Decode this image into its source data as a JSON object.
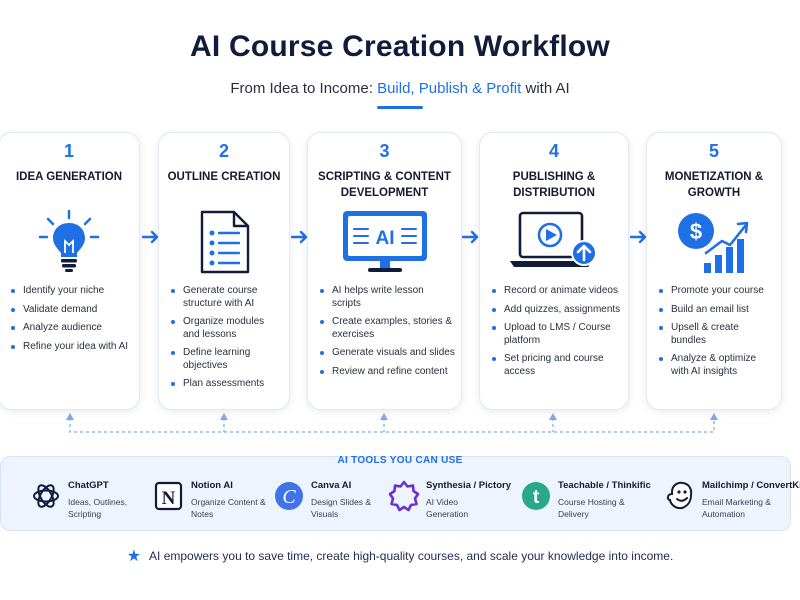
{
  "title": "AI Course Creation Workflow",
  "subtitle": {
    "prefix": "From Idea to Income: ",
    "highlight": "Build, Publish & Profit",
    "suffix": " with AI"
  },
  "colors": {
    "accent": "#1f6fe5",
    "dark": "#111b3a"
  },
  "steps": [
    {
      "number": "1",
      "title": "IDEA GENERATION",
      "icon": "lightbulb-icon",
      "bullets": [
        "Identify your niche",
        "Validate demand",
        "Analyze audience",
        "Refine your idea with AI"
      ]
    },
    {
      "number": "2",
      "title": "OUTLINE CREATION",
      "icon": "document-list-icon",
      "bullets": [
        "Generate course structure with AI",
        "Organize modules and lessons",
        "Define learning objectives",
        "Plan assessments"
      ]
    },
    {
      "number": "3",
      "title": "SCRIPTING & CONTENT DEVELOPMENT",
      "icon": "ai-monitor-icon",
      "icon_text": "AI",
      "bullets": [
        "AI helps write lesson scripts",
        "Create examples, stories & exercises",
        "Generate visuals and slides",
        "Review and refine content"
      ]
    },
    {
      "number": "4",
      "title": "PUBLISHING & DISTRIBUTION",
      "icon": "laptop-upload-icon",
      "bullets": [
        "Record or animate videos",
        "Add quizzes, assignments",
        "Upload to LMS / Course platform",
        "Set pricing and course access"
      ]
    },
    {
      "number": "5",
      "title": "MONETIZATION & GROWTH",
      "icon": "dollar-growth-icon",
      "icon_text": "$",
      "bullets": [
        "Promote your course",
        "Build an email list",
        "Upsell & create bundles",
        "Analyze & optimize with AI insights"
      ]
    }
  ],
  "tools_title": "AI TOOLS YOU CAN USE",
  "tools": [
    {
      "name": "ChatGPT",
      "desc": "Ideas, Outlines, Scripting",
      "icon": "chatgpt-icon"
    },
    {
      "name": "Notion AI",
      "desc": "Organize Content & Notes",
      "icon": "notion-icon",
      "icon_text": "N"
    },
    {
      "name": "Canva AI",
      "desc": "Design Slides & Visuals",
      "icon": "canva-icon",
      "icon_text": "C"
    },
    {
      "name": "Synthesia / Pictory",
      "desc": "AI Video Generation",
      "icon": "synthesia-icon"
    },
    {
      "name": "Teachable / Thinkific",
      "desc": "Course Hosting & Delivery",
      "icon": "teachable-icon",
      "icon_text": "t"
    },
    {
      "name": "Mailchimp / ConvertKit",
      "desc": "Email Marketing & Automation",
      "icon": "mailchimp-icon"
    }
  ],
  "footer": {
    "star": "★",
    "text": "AI empowers you to save time, create high-quality courses, and scale your knowledge into income."
  }
}
